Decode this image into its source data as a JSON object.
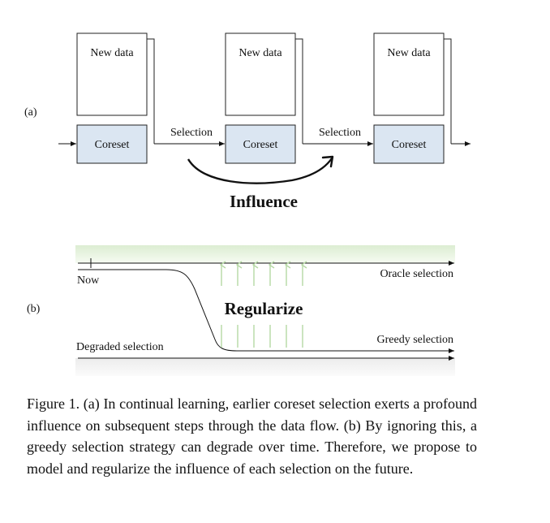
{
  "panel_a": {
    "label": "(a)",
    "stages": [
      {
        "new_data": "New data",
        "coreset": "Coreset"
      },
      {
        "new_data": "New data",
        "coreset": "Coreset"
      },
      {
        "new_data": "New data",
        "coreset": "Coreset"
      }
    ],
    "selection_labels": [
      "Selection",
      "Selection"
    ],
    "influence_label": "Influence"
  },
  "panel_b": {
    "label": "(b)",
    "now_label": "Now",
    "oracle_label": "Oracle selection",
    "greedy_label": "Greedy selection",
    "degraded_label": "Degraded selection",
    "regularize_label": "Regularize"
  },
  "caption": "Figure 1. (a) In continual learning, earlier coreset selection exerts a profound influence on subsequent steps through the data flow. (b) By ignoring this, a greedy selection strategy can degrade over time. Therefore, we propose to model and regularize the influence of each selection on the future."
}
